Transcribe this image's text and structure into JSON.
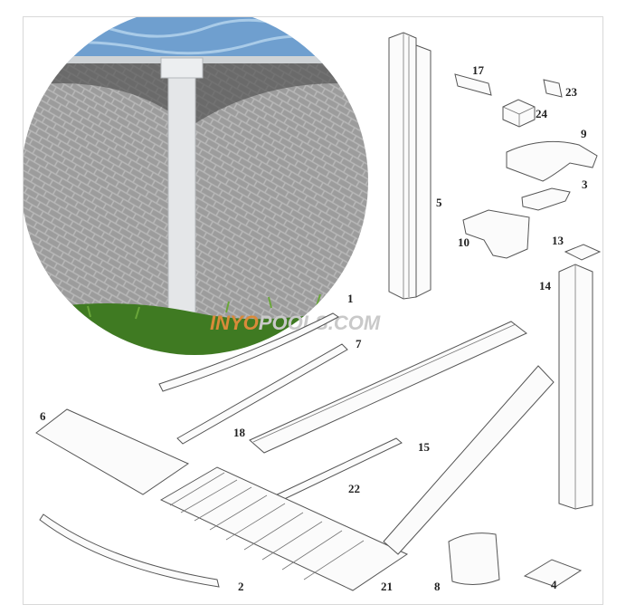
{
  "diagram": {
    "watermark": {
      "part1": "INYO",
      "part2": "POOLS.COM",
      "colors": {
        "inyo": "#d98a3a",
        "pools": "#c9c9c9"
      }
    },
    "photo": {
      "description_colors": {
        "water": "#6f9fcf",
        "wall": "#9a9a9a",
        "grass": "#3f7a22",
        "upright": "#e4e6e8"
      }
    },
    "part_labels": {
      "p1": "1",
      "p2": "2",
      "p3": "3",
      "p4": "4",
      "p5": "5",
      "p6": "6",
      "p7": "7",
      "p8": "8",
      "p9": "9",
      "p10": "10",
      "p13": "13",
      "p14": "14",
      "p15": "15",
      "p17": "17",
      "p18": "18",
      "p21": "21",
      "p22": "22",
      "p23": "23",
      "p24": "24"
    }
  }
}
